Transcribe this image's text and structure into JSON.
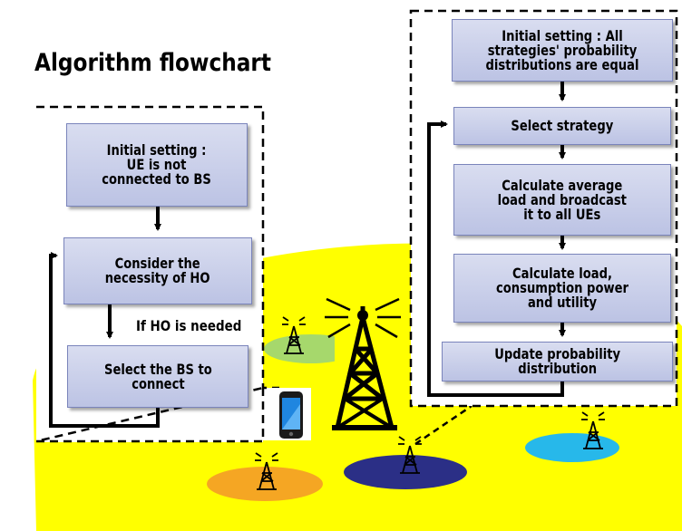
{
  "title": "Algorithm flowchart",
  "left_flow": {
    "init": "Initial setting :\nUE  is not\nconnected to BS",
    "consider": "Consider the\nnecessity of  HO",
    "condition": "If HO is needed",
    "select_bs": "Select the BS to\nconnect"
  },
  "right_flow": {
    "init": "Initial setting : All\nstrategies' probability\ndistributions are equal",
    "select_strategy": "Select strategy",
    "calc_avg": "Calculate average\nload and broadcast\nit to all UEs",
    "calc_load": "Calculate load,\nconsumption power\nand utility",
    "update": "Update probability\ndistribution"
  },
  "colors": {
    "macro_cell": "#ffff00",
    "small_cell_green": "#a6d86c",
    "small_cell_orange": "#f5a623",
    "small_cell_navy": "#2b2f86",
    "small_cell_cyan": "#27b8ea",
    "box_fill": "#c9cfe9"
  },
  "icons": [
    "macro-base-station-icon",
    "small-base-station-icon",
    "smartphone-icon"
  ]
}
